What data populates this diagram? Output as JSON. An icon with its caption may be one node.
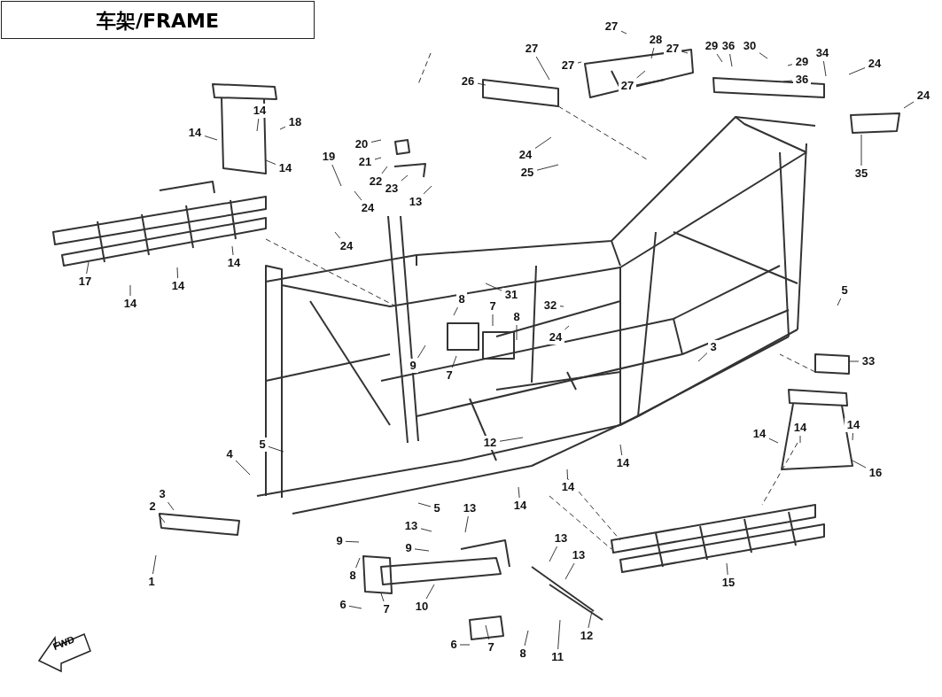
{
  "diagram": {
    "title": "车架/FRAME",
    "nodes": [
      {
        "text": [
          "14"
        ]
      },
      {
        "text": [
          "14"
        ]
      },
      {
        "text": [
          "18"
        ]
      },
      {
        "text": [
          "14"
        ]
      },
      {
        "text": [
          "17"
        ]
      },
      {
        "text": [
          "14"
        ]
      },
      {
        "text": [
          "14"
        ]
      },
      {
        "text": [
          "14"
        ]
      },
      {
        "text": [
          "20"
        ]
      },
      {
        "text": [
          "21"
        ]
      },
      {
        "text": [
          "22"
        ]
      },
      {
        "text": [
          "23"
        ]
      },
      {
        "text": [
          "13"
        ]
      },
      {
        "text": [
          "19"
        ]
      },
      {
        "text": [
          "24"
        ]
      },
      {
        "text": [
          "24"
        ]
      },
      {
        "text": [
          "8"
        ]
      },
      {
        "text": [
          "31"
        ]
      },
      {
        "text": [
          "9"
        ]
      },
      {
        "text": [
          "7"
        ]
      },
      {
        "text": [
          "8"
        ]
      },
      {
        "text": [
          "7"
        ]
      },
      {
        "text": [
          "27"
        ]
      },
      {
        "text": [
          "26"
        ]
      },
      {
        "text": [
          "27"
        ]
      },
      {
        "text": [
          "28"
        ]
      },
      {
        "text": [
          "27"
        ]
      },
      {
        "text": [
          "27"
        ]
      },
      {
        "text": [
          "27"
        ]
      },
      {
        "text": [
          "24"
        ]
      },
      {
        "text": [
          "25"
        ]
      },
      {
        "text": [
          "29"
        ]
      },
      {
        "text": [
          "36"
        ]
      },
      {
        "text": [
          "30"
        ]
      },
      {
        "text": [
          "29"
        ]
      },
      {
        "text": [
          "34"
        ]
      },
      {
        "text": [
          "36"
        ]
      },
      {
        "text": [
          "24"
        ]
      },
      {
        "text": [
          "24"
        ]
      },
      {
        "text": [
          "35"
        ]
      },
      {
        "text": [
          "5"
        ]
      },
      {
        "text": [
          "33"
        ]
      },
      {
        "text": [
          "32"
        ]
      },
      {
        "text": [
          "24"
        ]
      },
      {
        "text": [
          "3"
        ]
      },
      {
        "text": [
          "4"
        ]
      },
      {
        "text": [
          "5"
        ]
      },
      {
        "text": [
          "12"
        ]
      },
      {
        "text": [
          "14"
        ]
      },
      {
        "text": [
          "14"
        ]
      },
      {
        "text": [
          "14"
        ]
      },
      {
        "text": [
          "5"
        ]
      },
      {
        "text": [
          "3"
        ]
      },
      {
        "text": [
          "2"
        ]
      },
      {
        "text": [
          "1"
        ]
      },
      {
        "text": [
          "13"
        ]
      },
      {
        "text": [
          "13"
        ]
      },
      {
        "text": [
          "9"
        ]
      },
      {
        "text": [
          "9"
        ]
      },
      {
        "text": [
          "13"
        ]
      },
      {
        "text": [
          "13"
        ]
      },
      {
        "text": [
          "8"
        ]
      },
      {
        "text": [
          "10"
        ]
      },
      {
        "text": [
          "6"
        ]
      },
      {
        "text": [
          "7"
        ]
      },
      {
        "text": [
          "12"
        ]
      },
      {
        "text": [
          "6"
        ]
      },
      {
        "text": [
          "7"
        ]
      },
      {
        "text": [
          "8"
        ]
      },
      {
        "text": [
          "11"
        ]
      },
      {
        "text": [
          "14"
        ]
      },
      {
        "text": [
          "14"
        ]
      },
      {
        "text": [
          "14"
        ]
      },
      {
        "text": [
          "16"
        ]
      },
      {
        "text": [
          "15"
        ]
      }
    ],
    "edges": [
      {
        "from": 0,
        "to": null,
        "arrow": "none"
      },
      {
        "from": 1,
        "to": null,
        "arrow": "none"
      },
      {
        "from": 2,
        "to": null,
        "arrow": "none"
      },
      {
        "from": 3,
        "to": null,
        "arrow": "none"
      },
      {
        "from": 4,
        "to": null,
        "arrow": "none"
      },
      {
        "from": 5,
        "to": null,
        "arrow": "none"
      },
      {
        "from": 6,
        "to": null,
        "arrow": "none"
      },
      {
        "from": 7,
        "to": null,
        "arrow": "none"
      },
      {
        "from": 8,
        "to": null,
        "arrow": "none"
      },
      {
        "from": 9,
        "to": null,
        "arrow": "none"
      },
      {
        "from": 10,
        "to": null,
        "arrow": "none"
      },
      {
        "from": 11,
        "to": null,
        "arrow": "none"
      },
      {
        "from": 12,
        "to": null,
        "arrow": "none"
      },
      {
        "from": 13,
        "to": null,
        "arrow": "none"
      },
      {
        "from": 14,
        "to": null,
        "arrow": "none"
      },
      {
        "from": 15,
        "to": null,
        "arrow": "none"
      },
      {
        "from": 16,
        "to": null,
        "arrow": "none"
      },
      {
        "from": 17,
        "to": null,
        "arrow": "none"
      },
      {
        "from": 18,
        "to": null,
        "arrow": "none"
      },
      {
        "from": 19,
        "to": null,
        "arrow": "none"
      },
      {
        "from": 20,
        "to": null,
        "arrow": "none"
      },
      {
        "from": 21,
        "to": null,
        "arrow": "none"
      },
      {
        "from": 22,
        "to": null,
        "arrow": "none"
      },
      {
        "from": 23,
        "to": null,
        "arrow": "none"
      },
      {
        "from": 24,
        "to": null,
        "arrow": "none"
      },
      {
        "from": 25,
        "to": null,
        "arrow": "none"
      },
      {
        "from": 26,
        "to": null,
        "arrow": "none"
      },
      {
        "from": 27,
        "to": null,
        "arrow": "none"
      },
      {
        "from": 28,
        "to": null,
        "arrow": "none"
      },
      {
        "from": 29,
        "to": null,
        "arrow": "none"
      },
      {
        "from": 30,
        "to": null,
        "arrow": "none"
      },
      {
        "from": 31,
        "to": null,
        "arrow": "none"
      },
      {
        "from": 32,
        "to": null,
        "arrow": "none"
      },
      {
        "from": 33,
        "to": null,
        "arrow": "none"
      },
      {
        "from": 34,
        "to": null,
        "arrow": "none"
      },
      {
        "from": 35,
        "to": null,
        "arrow": "none"
      },
      {
        "from": 36,
        "to": null,
        "arrow": "none"
      },
      {
        "from": 37,
        "to": null,
        "arrow": "none"
      },
      {
        "from": 38,
        "to": null,
        "arrow": "none"
      },
      {
        "from": 39,
        "to": null,
        "arrow": "none"
      },
      {
        "from": 40,
        "to": null,
        "arrow": "none"
      },
      {
        "from": 41,
        "to": null,
        "arrow": "none"
      },
      {
        "from": 42,
        "to": null,
        "arrow": "none"
      },
      {
        "from": 43,
        "to": null,
        "arrow": "none"
      },
      {
        "from": 44,
        "to": null,
        "arrow": "none"
      },
      {
        "from": 45,
        "to": null,
        "arrow": "none"
      },
      {
        "from": 46,
        "to": null,
        "arrow": "none"
      },
      {
        "from": 47,
        "to": null,
        "arrow": "none"
      },
      {
        "from": 48,
        "to": null,
        "arrow": "none"
      },
      {
        "from": 49,
        "to": null,
        "arrow": "none"
      },
      {
        "from": 50,
        "to": null,
        "arrow": "none"
      },
      {
        "from": 51,
        "to": null,
        "arrow": "none"
      },
      {
        "from": 52,
        "to": null,
        "arrow": "none"
      },
      {
        "from": 53,
        "to": null,
        "arrow": "none"
      },
      {
        "from": 54,
        "to": null,
        "arrow": "none"
      },
      {
        "from": 55,
        "to": null,
        "arrow": "none"
      },
      {
        "from": 56,
        "to": null,
        "arrow": "none"
      },
      {
        "from": 57,
        "to": null,
        "arrow": "none"
      },
      {
        "from": 58,
        "to": null,
        "arrow": "none"
      },
      {
        "from": 59,
        "to": null,
        "arrow": "none"
      },
      {
        "from": 60,
        "to": null,
        "arrow": "none"
      },
      {
        "from": 61,
        "to": null,
        "arrow": "none"
      },
      {
        "from": 62,
        "to": null,
        "arrow": "none"
      },
      {
        "from": 63,
        "to": null,
        "arrow": "none"
      },
      {
        "from": 64,
        "to": null,
        "arrow": "none"
      },
      {
        "from": 65,
        "to": null,
        "arrow": "none"
      },
      {
        "from": 66,
        "to": null,
        "arrow": "none"
      },
      {
        "from": 67,
        "to": null,
        "arrow": "none"
      },
      {
        "from": 68,
        "to": null,
        "arrow": "none"
      },
      {
        "from": 69,
        "to": null,
        "arrow": "none"
      },
      {
        "from": 70,
        "to": null,
        "arrow": "none"
      },
      {
        "from": 71,
        "to": null,
        "arrow": "none"
      },
      {
        "from": 72,
        "to": null,
        "arrow": "none"
      },
      {
        "from": 73,
        "to": null,
        "arrow": "none"
      },
      {
        "from": 74,
        "to": null,
        "arrow": "none"
      }
    ],
    "labels": [
      "FWD"
    ]
  }
}
